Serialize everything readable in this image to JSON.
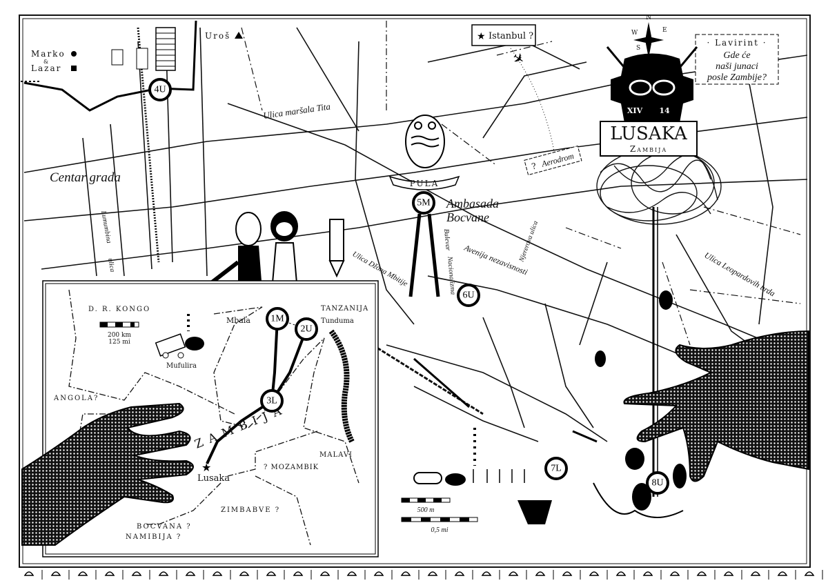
{
  "legend": {
    "marko": "Marko",
    "amp": "&",
    "lazar": "Lazar",
    "uros": "Uroš"
  },
  "top_box": {
    "istanbul": "Istanbul ?"
  },
  "note_box": {
    "title": "· Lavirint ·",
    "line1": "Gde će",
    "line2": "naši junaci",
    "line3": "posle Zambije?"
  },
  "emblem": {
    "city": "LUSAKA",
    "country": "Zambija",
    "left_num": "XIV",
    "right_num": "14",
    "compass": [
      "N",
      "E",
      "S",
      "W"
    ]
  },
  "streets": {
    "centar": "Centar grada",
    "marsala": "Ulica maršala Tita",
    "lumumbina": "Lumumbina",
    "ulica": "ulica",
    "ambasada1": "Ambasada",
    "ambasada2": "Bocvane",
    "pula": "PULA",
    "bulevar1": "Bulevar",
    "bulevar2": "Nacionalizma",
    "dzona": "Ulica Džona Mbitije",
    "avenija": "Avenija nezavisnosti",
    "njerere": "Njererova ulica",
    "leopard": "Ulica Leopardovih brda",
    "aerodrom": "Aerodrom",
    "aerodrom_q": "?"
  },
  "inset": {
    "kongo": "D. R. KONGO",
    "scale_km": "200 km",
    "scale_mi": "125 mi",
    "mufulira": "Mufulira",
    "mbala": "Mbala",
    "tanzanija": "TANZANIJA",
    "tunduma": "Tunduma",
    "angola": "ANGOLA?",
    "zambija": "ZAMBIJA",
    "lusaka": "Lusaka",
    "mozambik": "? MOZAMBIK",
    "malavi": "MALAVI",
    "zimbabve": "ZIMBABVE ?",
    "bocvana": "BOCVANA ?",
    "namibija": "NAMIBIJA ?"
  },
  "scale": {
    "m": "500 m",
    "mi": "0,5 mi"
  },
  "markers": [
    "4U",
    "5M",
    "6U",
    "1M",
    "2U",
    "3L",
    "7L",
    "8U"
  ]
}
